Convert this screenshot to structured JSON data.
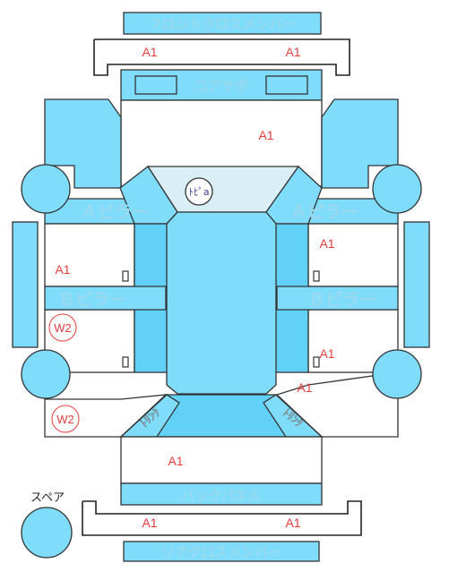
{
  "labels": {
    "front_cross_member": "フロントクロスメンバー",
    "core_support": "コアサポ",
    "a_pillar_left": "Ａピラー",
    "a_pillar_right": "Ａピラー",
    "b_pillar_left": "Ｂピラー",
    "b_pillar_right": "Ｂピラー",
    "back_panel": "バックパネル",
    "rear_cross_member": "リアクロスメンバー",
    "spare": "スペア",
    "roof_mark": "ﾄﾋﾟa"
  },
  "marks": {
    "a1": "A1",
    "w2": "W2"
  },
  "colors": {
    "panel": "#7fdcfb",
    "label_text": "#9ad9ee",
    "mark_red": "#e43b3b",
    "glass": "#d9eef5"
  }
}
